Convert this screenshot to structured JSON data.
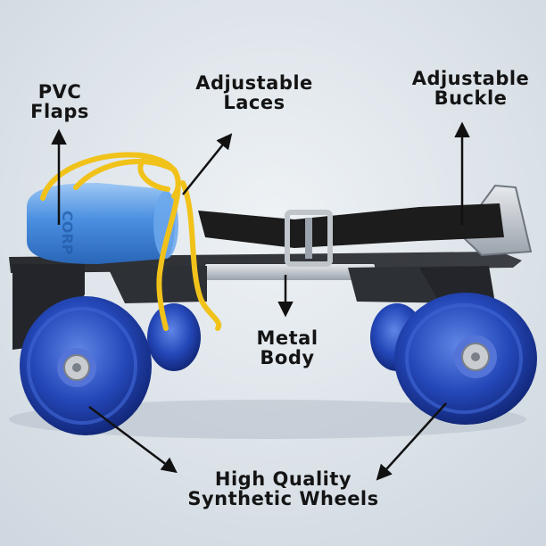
{
  "callouts": {
    "pvc_flaps": [
      "PVC",
      "Flaps"
    ],
    "adjustable_laces": [
      "Adjustable",
      "Laces"
    ],
    "adjustable_buckle": [
      "Adjustable",
      "Buckle"
    ],
    "metal_body": [
      "Metal",
      "Body"
    ],
    "wheels": [
      "High Quality",
      "Synthetic Wheels"
    ]
  },
  "flap_imprint": "CORP",
  "colors": {
    "background": "#dfe5ea",
    "wheel": "#1f3fa8",
    "flap": "#4a8fe0",
    "lace": "#f1c21a",
    "strap": "#1c1c1c",
    "label_text": "#141414"
  }
}
